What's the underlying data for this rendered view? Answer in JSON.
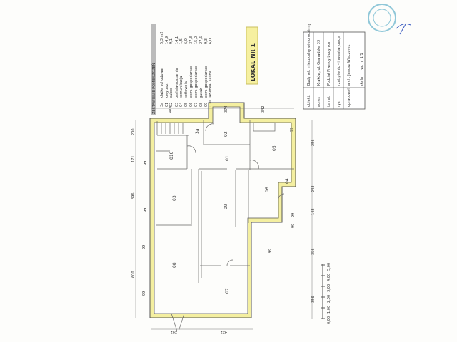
{
  "legend": {
    "title": "ZESTAWIENIE POMIESZCZEŃ",
    "rooms": [
      {
        "code": "3a",
        "name": "klatka schodowa",
        "area": "5,3 m2"
      },
      {
        "code": "01",
        "name": "korytarz",
        "area": "14,9"
      },
      {
        "code": "02",
        "name": "pakoo",
        "area": "9,1"
      },
      {
        "code": "03",
        "name": "pralnia-suszarnia",
        "area": "14,1"
      },
      {
        "code": "04",
        "name": "komunikacja",
        "area": "1,5"
      },
      {
        "code": "05",
        "name": "kotłownia",
        "area": "6,0"
      },
      {
        "code": "06",
        "name": "pom. gospodarcze",
        "area": "37,3"
      },
      {
        "code": "07",
        "name": "pom. gospodarcze",
        "area": "15,0"
      },
      {
        "code": "08",
        "name": "garaż",
        "area": "27,6"
      },
      {
        "code": "09",
        "name": "pom. gospodarcze",
        "area": "9,3"
      },
      {
        "code": "010",
        "name": "łazienka, sauna",
        "area": "6,0"
      }
    ]
  },
  "unit_label": "LOKAL NR 1",
  "title_block": {
    "rows": [
      {
        "label": "obiekt",
        "value": "Budynek mieszkalny wielorodzinny"
      },
      {
        "label": "adres",
        "value": "Kraków, ul. Granadska 33"
      },
      {
        "label": "temat",
        "value": "Podział Piwnicy budynku"
      },
      {
        "label": "rys",
        "value": "rzut piwnic - inwentaryzacja"
      },
      {
        "label": "opracował",
        "value": "arch. Janusz Wieczorek"
      }
    ],
    "scale_label": "skala",
    "drawing_no": "rys. nr 1/1"
  },
  "rooms_on_plan": [
    "01",
    "02",
    "03",
    "04",
    "05",
    "06",
    "07",
    "08",
    "09",
    "010",
    "3a"
  ],
  "dimensions": {
    "top": [
      "416",
      "374",
      "342"
    ],
    "left": [
      "200",
      "171",
      "396",
      "600"
    ],
    "right": [
      "256",
      "243",
      "148",
      "356",
      "356"
    ],
    "bottom": [
      "262",
      "422"
    ],
    "windows": [
      "99",
      "99",
      "99",
      "99",
      "99",
      "99",
      "99",
      "99"
    ]
  },
  "scale_bar": [
    "5,00",
    "4,00",
    "3,00",
    "2,00",
    "1,00",
    "0,00"
  ],
  "colors": {
    "highlight": "#f2ec8f",
    "stamp": "#8fc7d8",
    "signature": "#3a5bc0"
  }
}
